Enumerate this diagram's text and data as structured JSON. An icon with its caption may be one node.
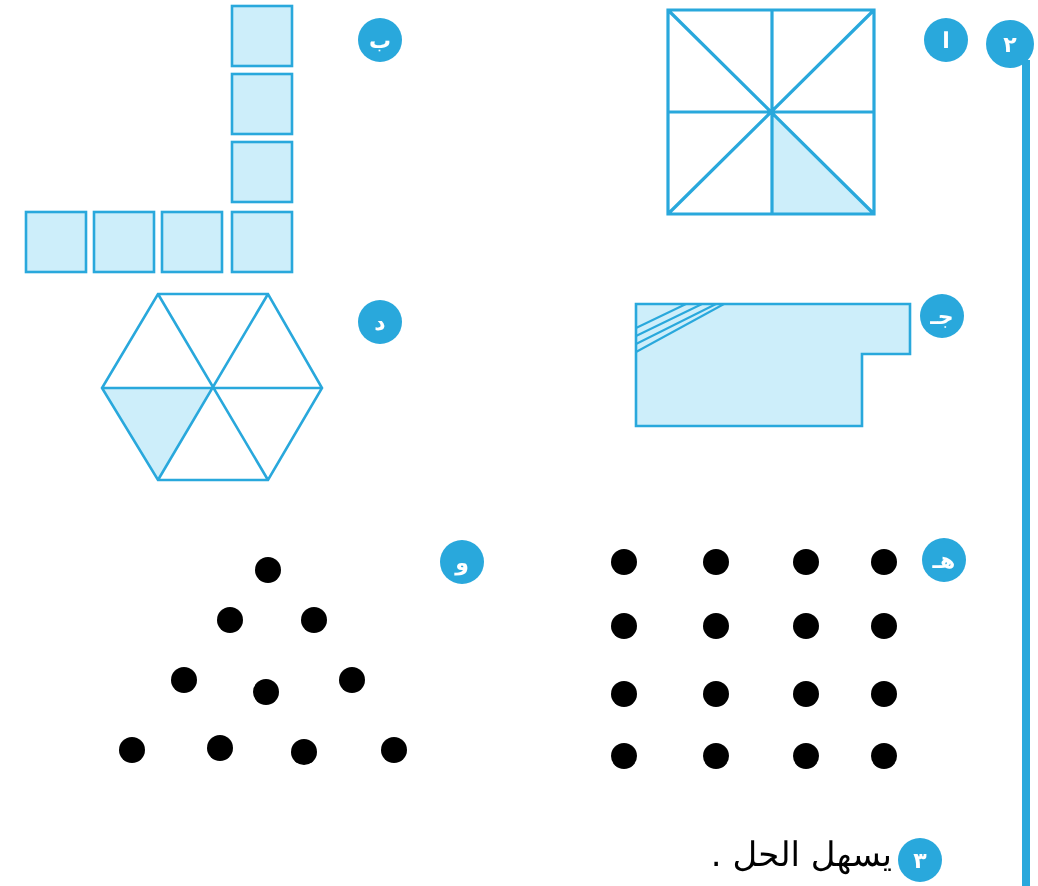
{
  "diagram": {
    "nodes": [
      {
        "text": [
          "٢"
        ]
      },
      {
        "text": [
          "ا"
        ]
      },
      {
        "text": [
          "ب"
        ]
      },
      {
        "text": [
          "جـ"
        ]
      },
      {
        "text": [
          "د"
        ]
      },
      {
        "text": [
          "هـ"
        ]
      },
      {
        "text": [
          "و"
        ]
      },
      {
        "text": [
          "٣"
        ]
      }
    ],
    "labels": [
      "يسهل الحل ."
    ]
  }
}
